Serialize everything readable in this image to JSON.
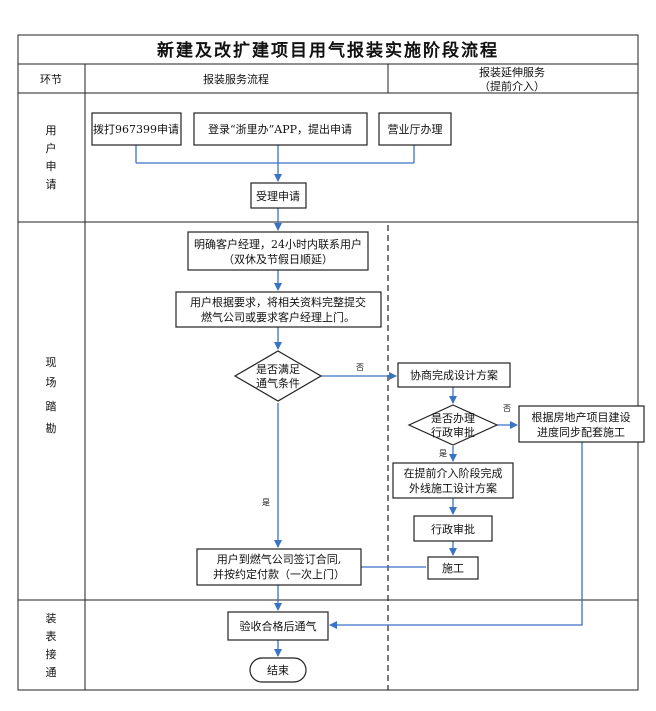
{
  "title": "新建及改扩建项目用气报装实施阶段流程",
  "header": {
    "col1": "环节",
    "col2": "报装服务流程",
    "col3_line1": "报装延伸服务",
    "col3_line2": "（提前介入）"
  },
  "sections": {
    "user_apply": [
      "用",
      "户",
      "申",
      "请"
    ],
    "site_survey": [
      "现",
      "场",
      "踏",
      "勘"
    ],
    "install": [
      "装",
      "表",
      "接",
      "通"
    ]
  },
  "boxes": {
    "call": "拨打967399申请",
    "app": "登录“浙里办”APP，提出申请",
    "hall": "营业厅办理",
    "accept": "受理申请",
    "manager_l1": "明确客户经理，24小时内联系用户",
    "manager_l2": "（双休及节假日顺延）",
    "submit_l1": "用户根据要求，将相关资料完整提交",
    "submit_l2": "燃气公司或要求客户经理上门。",
    "cond_l1": "是否满足",
    "cond_l2": "通气条件",
    "design": "协商完成设计方案",
    "admin_q_l1": "是否办理",
    "admin_q_l2": "行政审批",
    "sync_l1": "根据房地产项目建设",
    "sync_l2": "进度同步配套施工",
    "early_l1": "在提前介入阶段完成",
    "early_l2": "外线施工设计方案",
    "admin": "行政审批",
    "construct": "施工",
    "contract_l1": "用户到燃气公司签订合同,",
    "contract_l2": "并按约定付款（一次上门）",
    "accept_gas": "验收合格后通气",
    "end": "结束"
  },
  "labels": {
    "no1": "否",
    "no2": "否",
    "yes1": "是",
    "yes2": "是"
  }
}
